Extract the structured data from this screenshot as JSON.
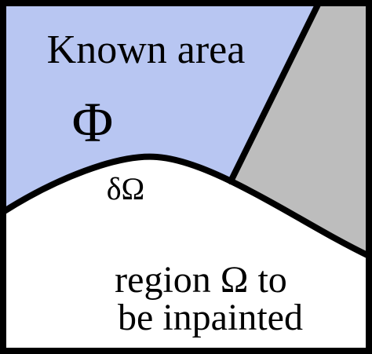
{
  "labels": {
    "known_area": "Known area",
    "phi": "Φ",
    "boundary": "δΩ",
    "region_line1": "region Ω to",
    "region_line2": "be inpainted"
  },
  "colors": {
    "known_area": "#b8c6f2",
    "gray_region": "#bdbdbd",
    "inpaint_region": "#ffffff",
    "stroke": "#000000"
  }
}
